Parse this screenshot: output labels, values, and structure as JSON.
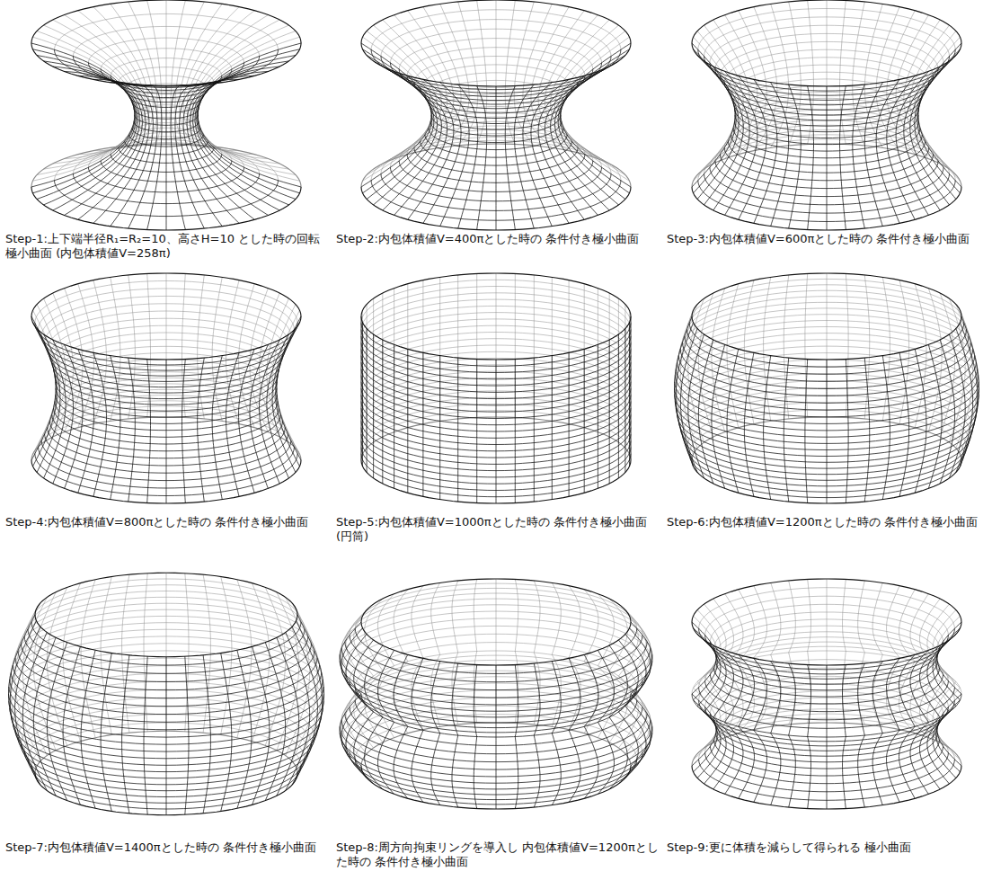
{
  "diagram": {
    "labels": [
      "Step-1:上下端半径R₁=R₂=10、高さH=10 とした時の回転極小曲面 (内包体積値V=258π)",
      "Step-2:内包体積値V=400πとした時の 条件付き極小曲面",
      "Step-3:内包体積値V=600πとした時の 条件付き極小曲面",
      "Step-4:内包体積値V=800πとした時の 条件付き極小曲面",
      "Step-5:内包体積値V=1000πとした時の 条件付き極小曲面(円筒)",
      "Step-6:内包体積値V=1200πとした時の 条件付き極小曲面",
      "Step-7:内包体積値V=1400πとした時の 条件付き極小曲面",
      "Step-8:周方向拘束リングを導入し 内包体積値V=1200πとした時の 条件付き極小曲面",
      "Step-9:更に体積を減らして得られる 極小曲面"
    ]
  }
}
